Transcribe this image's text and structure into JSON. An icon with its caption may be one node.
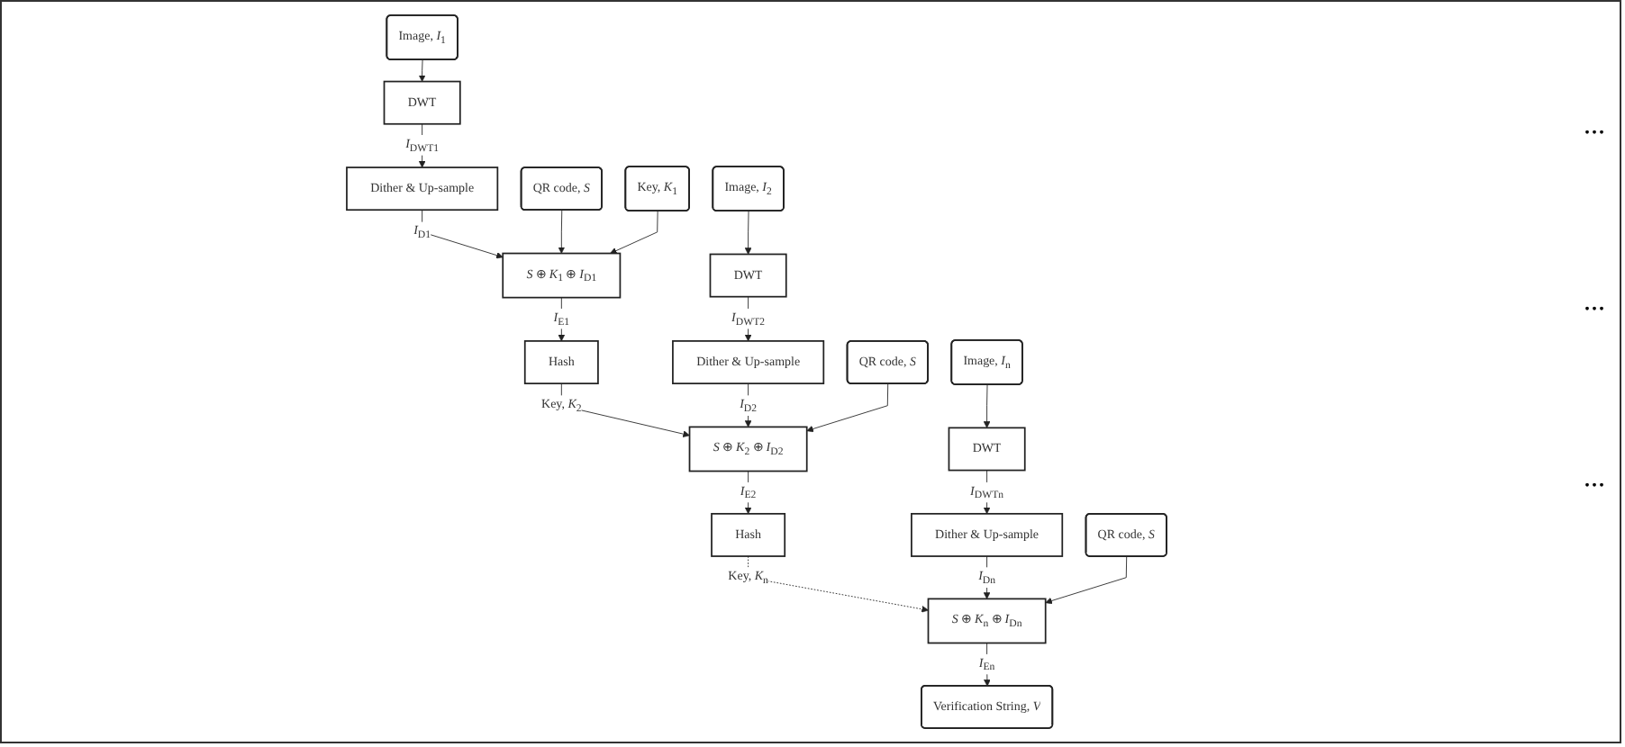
{
  "diagram": {
    "nodes": [
      {
        "text": [
          "Image, *I*$_{1}$"
        ]
      },
      {
        "text": [
          "DWT"
        ]
      },
      {
        "text": [
          "Dither & Up-sample"
        ]
      },
      {
        "text": [
          "QR code, *S*"
        ]
      },
      {
        "text": [
          "Key, *K*$_{1}$"
        ]
      },
      {
        "text": [
          "*S* ⊕ *K*$_{1}$ ⊕ *I*$_{D1}$"
        ]
      },
      {
        "text": [
          "Hash"
        ]
      },
      {
        "text": [
          "Image, *I*$_{2}$"
        ]
      },
      {
        "text": [
          "DWT"
        ]
      },
      {
        "text": [
          "Dither & Up-sample"
        ]
      },
      {
        "text": [
          "QR code, *S*"
        ]
      },
      {
        "text": [
          "*S* ⊕ *K*$_{2}$ ⊕ *I*$_{D2}$"
        ]
      },
      {
        "text": [
          "Hash"
        ]
      },
      {
        "text": [
          "Image, *I*$_{n}$"
        ]
      },
      {
        "text": [
          "DWT"
        ]
      },
      {
        "text": [
          "Dither & Up-sample"
        ]
      },
      {
        "text": [
          "QR code, *S*"
        ]
      },
      {
        "text": [
          "*S* ⊕ *K*$_{n}$ ⊕ *I*$_{Dn}$"
        ]
      },
      {
        "text": [
          "Verification String, *V*"
        ]
      }
    ],
    "edges": [
      {
        "from": 0,
        "to": 1,
        "arrow": "to"
      },
      {
        "from": 1,
        "to": 2,
        "arrow": "to",
        "label": "*I*$_{DWT1}$"
      },
      {
        "from": 2,
        "to": 5,
        "arrow": "to",
        "label": "*I*$_{D1}$"
      },
      {
        "from": 3,
        "to": 5,
        "arrow": "to"
      },
      {
        "from": 4,
        "to": 5,
        "arrow": "to"
      },
      {
        "from": 5,
        "to": 6,
        "arrow": "to",
        "label": "*I*$_{E1}$"
      },
      {
        "from": 6,
        "to": 11,
        "arrow": "to",
        "label": "Key, *K*$_{2}$"
      },
      {
        "from": 7,
        "to": 8,
        "arrow": "to"
      },
      {
        "from": 8,
        "to": 9,
        "arrow": "to",
        "label": "*I*$_{DWT2}$"
      },
      {
        "from": 9,
        "to": 11,
        "arrow": "to",
        "label": "*I*$_{D2}$"
      },
      {
        "from": 10,
        "to": 11,
        "arrow": "to"
      },
      {
        "from": 11,
        "to": 12,
        "arrow": "to",
        "label": "*I*$_{E2}$"
      },
      {
        "from": 12,
        "to": 17,
        "arrow": "to",
        "label": "Key, *K*$_{n}$",
        "style": "dashed"
      },
      {
        "from": 13,
        "to": 14,
        "arrow": "to"
      },
      {
        "from": 14,
        "to": 15,
        "arrow": "to",
        "label": "*I*$_{DWTn}$"
      },
      {
        "from": 15,
        "to": 17,
        "arrow": "to",
        "label": "*I*$_{Dn}$"
      },
      {
        "from": 16,
        "to": 17,
        "arrow": "to"
      },
      {
        "from": 17,
        "to": 18,
        "arrow": "to",
        "label": "*I*$_{En}$"
      }
    ],
    "labels": [
      "...",
      "...",
      "..."
    ]
  }
}
